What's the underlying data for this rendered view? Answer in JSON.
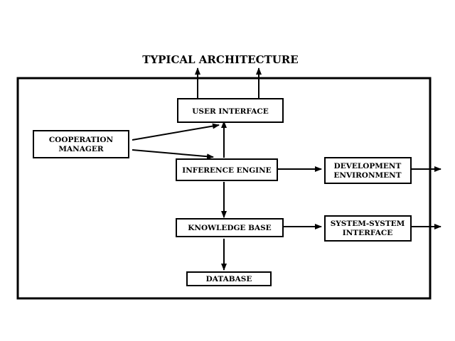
{
  "title": "TYPICAL ARCHITECTURE",
  "nodes": {
    "user_interface": {
      "label": "USER INTERFACE"
    },
    "cooperation_manager": {
      "label_line1": "COOPERATION",
      "label_line2": "MANAGER"
    },
    "inference_engine": {
      "label": "INFERENCE ENGINE"
    },
    "development_environment": {
      "label_line1": "DEVELOPMENT",
      "label_line2": "ENVIRONMENT"
    },
    "knowledge_base": {
      "label": "KNOWLEDGE BASE"
    },
    "system_system_interface": {
      "label_line1": "SYSTEM-SYSTEM",
      "label_line2": "INTERFACE"
    },
    "database": {
      "label": "DATABASE"
    }
  }
}
